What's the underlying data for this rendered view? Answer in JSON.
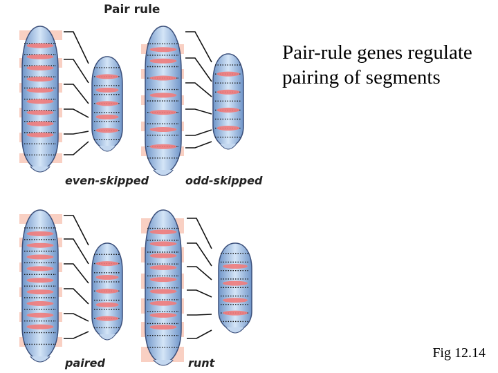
{
  "figure": {
    "title": "Pair rule",
    "panels": [
      {
        "id": "even-skipped",
        "label": "even-skipped",
        "pattern": "even"
      },
      {
        "id": "odd-skipped",
        "label": "odd-skipped",
        "pattern": "odd"
      },
      {
        "id": "paired",
        "label": "paired",
        "pattern": "paired"
      },
      {
        "id": "runt",
        "label": "runt",
        "pattern": "runt"
      }
    ],
    "colors": {
      "embryo_body": "#a9c9ee",
      "embryo_edge": "#3b4f7a",
      "stripe": "#f07b7b",
      "highlight_band": "#f8c8b8",
      "outline": "#111111"
    }
  },
  "slide": {
    "text": "Pair-rule genes regulate pairing of segments",
    "caption": "Fig 12.14"
  }
}
